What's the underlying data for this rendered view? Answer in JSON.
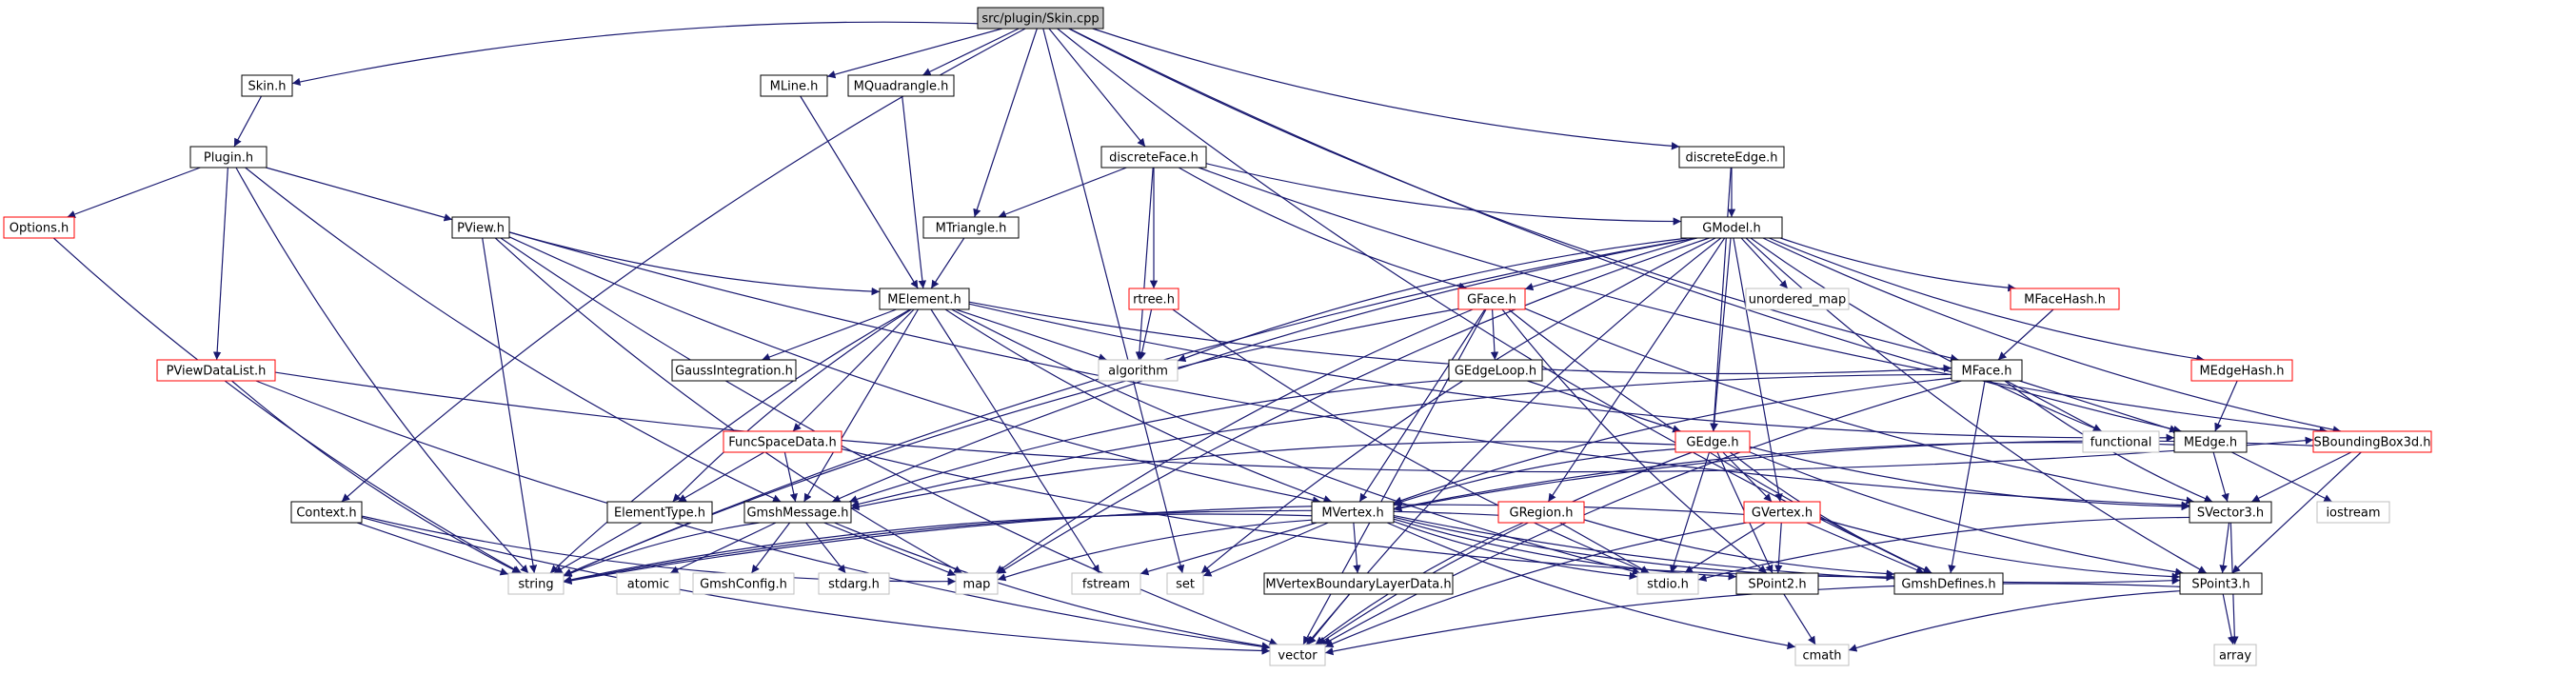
{
  "title": "src/plugin/Skin.cpp",
  "colors": {
    "edge": "#191970",
    "border_normal": "#000000",
    "border_red": "#ff0000",
    "border_gray": "#bfbfbf",
    "root_fill": "#bfbfbf",
    "fill": "#ffffff"
  },
  "nodes": [
    {
      "id": "skincpp",
      "label": "src/plugin/Skin.cpp",
      "kind": "root"
    },
    {
      "id": "skinh",
      "label": "Skin.h",
      "kind": "normal"
    },
    {
      "id": "mline",
      "label": "MLine.h",
      "kind": "normal"
    },
    {
      "id": "mquad",
      "label": "MQuadrangle.h",
      "kind": "normal"
    },
    {
      "id": "plugin",
      "label": "Plugin.h",
      "kind": "normal"
    },
    {
      "id": "dface",
      "label": "discreteFace.h",
      "kind": "normal"
    },
    {
      "id": "dedge",
      "label": "discreteEdge.h",
      "kind": "normal"
    },
    {
      "id": "options",
      "label": "Options.h",
      "kind": "red"
    },
    {
      "id": "pview",
      "label": "PView.h",
      "kind": "normal"
    },
    {
      "id": "mtri",
      "label": "MTriangle.h",
      "kind": "normal"
    },
    {
      "id": "gmodel",
      "label": "GModel.h",
      "kind": "normal"
    },
    {
      "id": "melement",
      "label": "MElement.h",
      "kind": "normal"
    },
    {
      "id": "rtree",
      "label": "rtree.h",
      "kind": "red"
    },
    {
      "id": "gface",
      "label": "GFace.h",
      "kind": "red"
    },
    {
      "id": "unordered",
      "label": "unordered_map",
      "kind": "gray"
    },
    {
      "id": "mfacehash",
      "label": "MFaceHash.h",
      "kind": "red"
    },
    {
      "id": "gaussint",
      "label": "GaussIntegration.h",
      "kind": "normal"
    },
    {
      "id": "algorithm",
      "label": "algorithm",
      "kind": "gray"
    },
    {
      "id": "gedgeloop",
      "label": "GEdgeLoop.h",
      "kind": "normal"
    },
    {
      "id": "pviewdl",
      "label": "PViewDataList.h",
      "kind": "red"
    },
    {
      "id": "mface",
      "label": "MFace.h",
      "kind": "normal"
    },
    {
      "id": "medgehash",
      "label": "MEdgeHash.h",
      "kind": "red"
    },
    {
      "id": "funcspace",
      "label": "FuncSpaceData.h",
      "kind": "red"
    },
    {
      "id": "gedge",
      "label": "GEdge.h",
      "kind": "red"
    },
    {
      "id": "functional",
      "label": "functional",
      "kind": "gray"
    },
    {
      "id": "medge",
      "label": "MEdge.h",
      "kind": "normal"
    },
    {
      "id": "sbbox",
      "label": "SBoundingBox3d.h",
      "kind": "red"
    },
    {
      "id": "contexth",
      "label": "Context.h",
      "kind": "normal"
    },
    {
      "id": "eltype",
      "label": "ElementType.h",
      "kind": "normal"
    },
    {
      "id": "gmshmsg",
      "label": "GmshMessage.h",
      "kind": "normal"
    },
    {
      "id": "mvertex",
      "label": "MVertex.h",
      "kind": "normal"
    },
    {
      "id": "gregion",
      "label": "GRegion.h",
      "kind": "red"
    },
    {
      "id": "gvertex",
      "label": "GVertex.h",
      "kind": "red"
    },
    {
      "id": "svector",
      "label": "SVector3.h",
      "kind": "normal"
    },
    {
      "id": "iostream",
      "label": "iostream",
      "kind": "gray"
    },
    {
      "id": "string",
      "label": "string",
      "kind": "gray"
    },
    {
      "id": "atomic",
      "label": "atomic",
      "kind": "gray"
    },
    {
      "id": "gmshconfig",
      "label": "GmshConfig.h",
      "kind": "gray"
    },
    {
      "id": "stdarg",
      "label": "stdarg.h",
      "kind": "gray"
    },
    {
      "id": "map",
      "label": "map",
      "kind": "gray"
    },
    {
      "id": "fstream",
      "label": "fstream",
      "kind": "gray"
    },
    {
      "id": "set",
      "label": "set",
      "kind": "gray"
    },
    {
      "id": "stdio",
      "label": "stdio.h",
      "kind": "gray"
    },
    {
      "id": "spoint2",
      "label": "SPoint2.h",
      "kind": "normal"
    },
    {
      "id": "gmshdefines",
      "label": "GmshDefines.h",
      "kind": "normal"
    },
    {
      "id": "spoint3",
      "label": "SPoint3.h",
      "kind": "normal"
    },
    {
      "id": "mvbl",
      "label": "MVertexBoundaryLayerData.h",
      "kind": "normal"
    },
    {
      "id": "vector",
      "label": "vector",
      "kind": "gray"
    },
    {
      "id": "cmath",
      "label": "cmath",
      "kind": "gray"
    },
    {
      "id": "array",
      "label": "array",
      "kind": "gray"
    }
  ],
  "edges": [
    [
      "skincpp",
      "skinh"
    ],
    [
      "skincpp",
      "mline"
    ],
    [
      "skincpp",
      "mquad"
    ],
    [
      "skincpp",
      "contexth"
    ],
    [
      "skincpp",
      "mtri"
    ],
    [
      "skincpp",
      "set"
    ],
    [
      "skincpp",
      "dface"
    ],
    [
      "skincpp",
      "dedge"
    ],
    [
      "skincpp",
      "mface"
    ],
    [
      "skincpp",
      "medge"
    ],
    [
      "skincpp",
      "gmshdefines"
    ],
    [
      "skinh",
      "plugin"
    ],
    [
      "plugin",
      "options"
    ],
    [
      "plugin",
      "pview"
    ],
    [
      "plugin",
      "pviewdl"
    ],
    [
      "plugin",
      "gmshmsg"
    ],
    [
      "plugin",
      "string"
    ],
    [
      "options",
      "string"
    ],
    [
      "mline",
      "melement"
    ],
    [
      "mquad",
      "melement"
    ],
    [
      "mtri",
      "melement"
    ],
    [
      "pview",
      "melement"
    ],
    [
      "pview",
      "svector"
    ],
    [
      "pview",
      "vector"
    ],
    [
      "pview",
      "string"
    ],
    [
      "pview",
      "map"
    ],
    [
      "pview",
      "mvertex"
    ],
    [
      "dface",
      "mtri"
    ],
    [
      "dface",
      "gmodel"
    ],
    [
      "dface",
      "gface"
    ],
    [
      "dface",
      "rtree"
    ],
    [
      "dface",
      "algorithm"
    ],
    [
      "dface",
      "sbbox"
    ],
    [
      "dedge",
      "gmodel"
    ],
    [
      "dedge",
      "gedge"
    ],
    [
      "gmodel",
      "gface"
    ],
    [
      "gmodel",
      "mfacehash"
    ],
    [
      "gmodel",
      "unordered"
    ],
    [
      "gmodel",
      "medgehash"
    ],
    [
      "gmodel",
      "sbbox"
    ],
    [
      "gmodel",
      "spoint3"
    ],
    [
      "gmodel",
      "gedge"
    ],
    [
      "gmodel",
      "gvertex"
    ],
    [
      "gmodel",
      "gregion"
    ],
    [
      "gmodel",
      "algorithm"
    ],
    [
      "gmodel",
      "functional"
    ],
    [
      "gmodel",
      "string"
    ],
    [
      "gmodel",
      "map"
    ],
    [
      "gmodel",
      "set"
    ],
    [
      "gmodel",
      "vector"
    ],
    [
      "gmodel",
      "gmshmsg"
    ],
    [
      "rtree",
      "algorithm"
    ],
    [
      "rtree",
      "stdio"
    ],
    [
      "melement",
      "gaussint"
    ],
    [
      "melement",
      "algorithm"
    ],
    [
      "melement",
      "funcspace"
    ],
    [
      "melement",
      "eltype"
    ],
    [
      "melement",
      "gmshmsg"
    ],
    [
      "melement",
      "mvertex"
    ],
    [
      "melement",
      "mface"
    ],
    [
      "melement",
      "medge"
    ],
    [
      "melement",
      "string"
    ],
    [
      "melement",
      "fstream"
    ],
    [
      "melement",
      "stdio"
    ],
    [
      "gface",
      "gedgeloop"
    ],
    [
      "gface",
      "spoint2"
    ],
    [
      "gface",
      "gmshdefines"
    ],
    [
      "gface",
      "map"
    ],
    [
      "gface",
      "vector"
    ],
    [
      "gface",
      "string"
    ],
    [
      "gface",
      "mvertex"
    ],
    [
      "gface",
      "svector"
    ],
    [
      "gedgeloop",
      "gedge"
    ],
    [
      "gedgeloop",
      "gmshmsg"
    ],
    [
      "mfacehash",
      "mface"
    ],
    [
      "medgehash",
      "medge"
    ],
    [
      "pviewdl",
      "sbbox"
    ],
    [
      "pviewdl",
      "string"
    ],
    [
      "pviewdl",
      "vector"
    ],
    [
      "mface",
      "mvertex"
    ],
    [
      "mface",
      "svector"
    ],
    [
      "mface",
      "functional"
    ],
    [
      "mface",
      "medge"
    ],
    [
      "mface",
      "gmshmsg"
    ],
    [
      "mface",
      "vector"
    ],
    [
      "mface",
      "gmshdefines"
    ],
    [
      "funcspace",
      "gmshmsg"
    ],
    [
      "funcspace",
      "eltype"
    ],
    [
      "funcspace",
      "gmshdefines"
    ],
    [
      "gedge",
      "gmshmsg"
    ],
    [
      "gedge",
      "gvertex"
    ],
    [
      "gedge",
      "mvertex"
    ],
    [
      "gedge",
      "svector"
    ],
    [
      "gedge",
      "spoint2"
    ],
    [
      "gedge",
      "stdio"
    ],
    [
      "gedge",
      "vector"
    ],
    [
      "gedge",
      "gmshdefines"
    ],
    [
      "gedge",
      "spoint3"
    ],
    [
      "medge",
      "mvertex"
    ],
    [
      "medge",
      "svector"
    ],
    [
      "medge",
      "iostream"
    ],
    [
      "sbbox",
      "svector"
    ],
    [
      "sbbox",
      "spoint3"
    ],
    [
      "sbbox",
      "mvertex"
    ],
    [
      "contexth",
      "string"
    ],
    [
      "contexth",
      "vector"
    ],
    [
      "contexth",
      "map"
    ],
    [
      "eltype",
      "string"
    ],
    [
      "gmshmsg",
      "string"
    ],
    [
      "gmshmsg",
      "atomic"
    ],
    [
      "gmshmsg",
      "gmshconfig"
    ],
    [
      "gmshmsg",
      "stdarg"
    ],
    [
      "gmshmsg",
      "map"
    ],
    [
      "gmshmsg",
      "vector"
    ],
    [
      "mvertex",
      "string"
    ],
    [
      "mvertex",
      "map"
    ],
    [
      "mvertex",
      "fstream"
    ],
    [
      "mvertex",
      "set"
    ],
    [
      "mvertex",
      "stdio"
    ],
    [
      "mvertex",
      "spoint2"
    ],
    [
      "mvertex",
      "spoint3"
    ],
    [
      "mvertex",
      "mvbl"
    ],
    [
      "mvertex",
      "cmath"
    ],
    [
      "mvertex",
      "gmshdefines"
    ],
    [
      "gregion",
      "string"
    ],
    [
      "gregion",
      "stdio"
    ],
    [
      "gregion",
      "vector"
    ],
    [
      "gregion",
      "gmshdefines"
    ],
    [
      "gvertex",
      "stdio"
    ],
    [
      "gvertex",
      "spoint2"
    ],
    [
      "gvertex",
      "vector"
    ],
    [
      "gvertex",
      "gmshdefines"
    ],
    [
      "gvertex",
      "spoint3"
    ],
    [
      "gvertex",
      "string"
    ],
    [
      "svector",
      "spoint3"
    ],
    [
      "svector",
      "array"
    ],
    [
      "svector",
      "stdio"
    ],
    [
      "spoint2",
      "cmath"
    ],
    [
      "spoint3",
      "vector"
    ],
    [
      "spoint3",
      "cmath"
    ],
    [
      "spoint3",
      "array"
    ],
    [
      "mvbl",
      "vector"
    ]
  ]
}
